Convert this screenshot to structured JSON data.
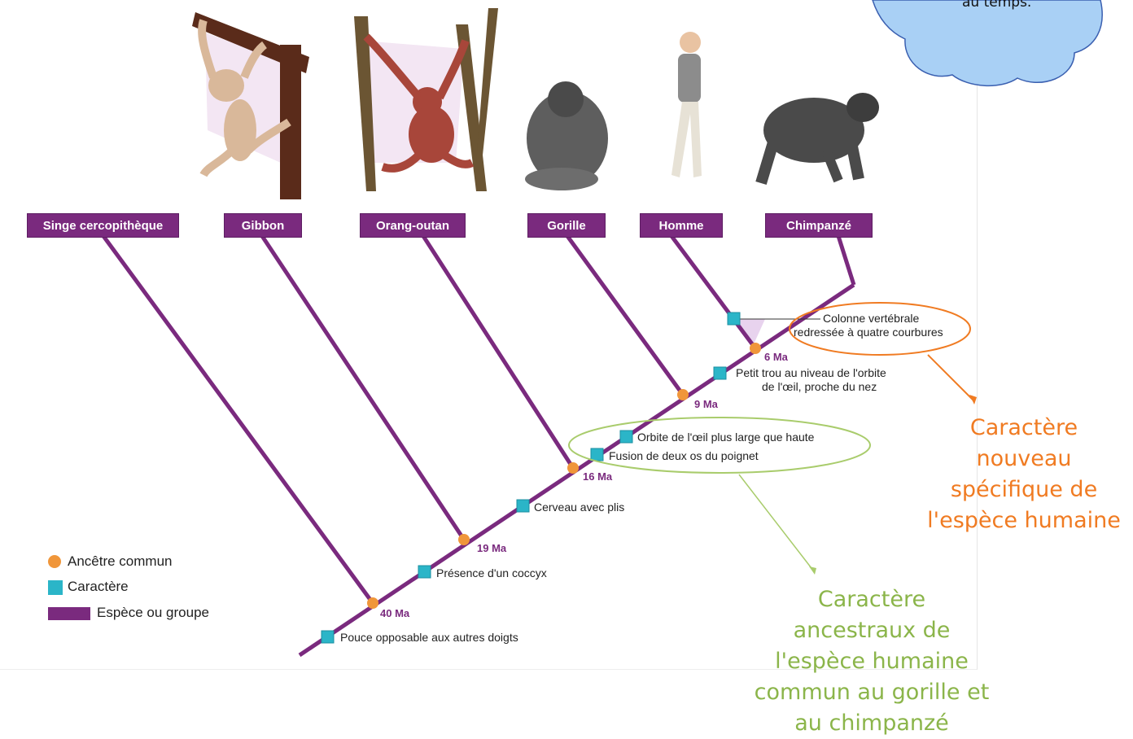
{
  "species": [
    {
      "label": "Singe cercopithèque"
    },
    {
      "label": "Gibbon"
    },
    {
      "label": "Orang-outan"
    },
    {
      "label": "Gorille"
    },
    {
      "label": "Homme"
    },
    {
      "label": "Chimpanzé"
    }
  ],
  "characters": {
    "pouce": "Pouce opposable aux autres doigts",
    "coccyx": "Présence d'un coccyx",
    "cerveau": "Cerveau avec plis",
    "poignet": "Fusion de deux os du poignet",
    "orbite": "Orbite de l'œil plus large que haute",
    "trou_1": "Petit trou au niveau de l'orbite",
    "trou_2": "de l'œil, proche du nez",
    "colonne_1": "Colonne vertébrale",
    "colonne_2": "redressée à quatre courbures"
  },
  "ancestors": {
    "a40": "40 Ma",
    "a19": "19 Ma",
    "a16": "16 Ma",
    "a9": "9 Ma",
    "a6": "6 Ma"
  },
  "legend": {
    "ancestor": "Ancêtre commun",
    "character": "Caractère",
    "group": "Espèce ou groupe"
  },
  "annotations": {
    "new_lines": [
      "Caractère",
      "nouveau",
      "spécifique de",
      "l'espèce humaine"
    ],
    "ancestral_lines": [
      "Caractère",
      "ancestraux de",
      "l'espèce humaine",
      "commun au gorille et",
      "au chimpanzé"
    ],
    "cloud_text": "au temps."
  },
  "colors": {
    "branch": "#7a2a7e",
    "ancestor": "#f0963a",
    "character": "#2bb5c8",
    "highlight_orange": "#f07b22",
    "highlight_green": "#8bb54a",
    "cloud": "#a9d0f5"
  }
}
